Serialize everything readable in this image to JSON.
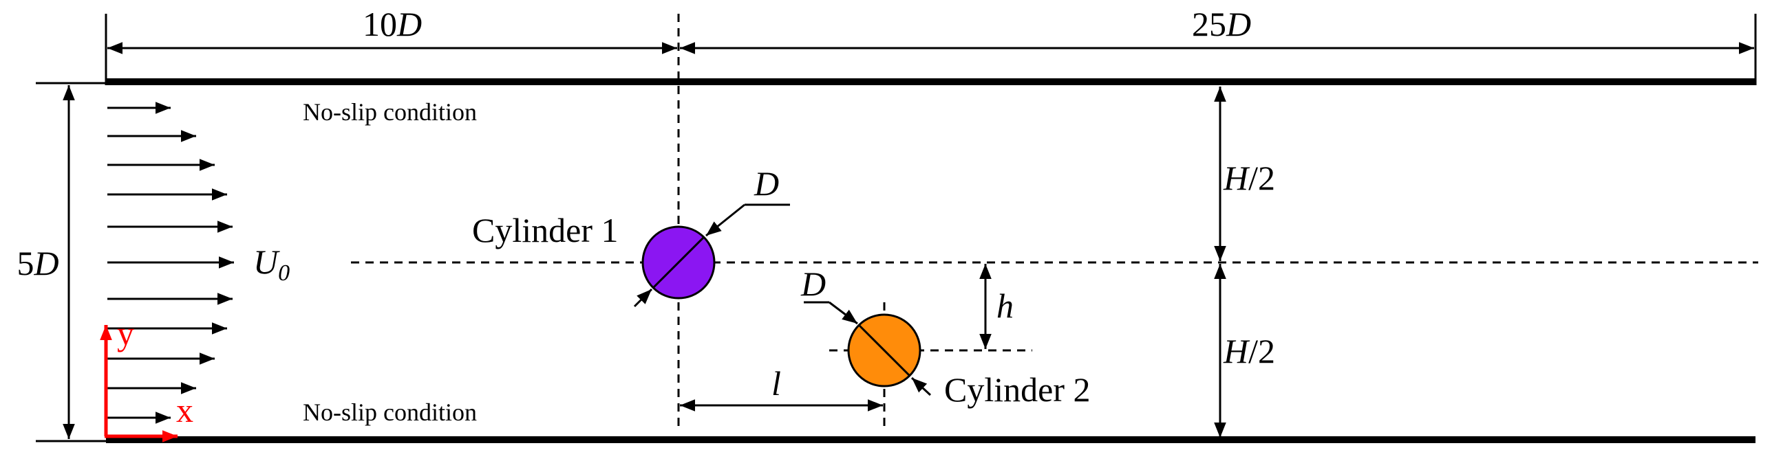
{
  "dimensions": {
    "inlet_length": {
      "num": "10",
      "sym": "D"
    },
    "outlet_length": {
      "num": "25",
      "sym": "D"
    },
    "channel_height": {
      "num": "5",
      "sym": "D"
    },
    "half_height_top": {
      "sym": "H",
      "rest": "/2"
    },
    "half_height_bottom": {
      "sym": "H",
      "rest": "/2"
    },
    "gap": {
      "sym": "h"
    },
    "spacing": {
      "sym": "l"
    },
    "diameter_1": {
      "sym": "D"
    },
    "diameter_2": {
      "sym": "D"
    }
  },
  "labels": {
    "wall_top": "No-slip condition",
    "wall_bottom": "No-slip condition",
    "cylinder_1": "Cylinder 1",
    "cylinder_2": "Cylinder 2",
    "inflow_symbol": "U",
    "inflow_subscript": "0",
    "axis_x": "x",
    "axis_y": "y"
  },
  "colors": {
    "cylinder_1": "#8b16f2",
    "cylinder_2": "#ff8c0a",
    "walls": "#000000",
    "axes": "#ff0000"
  }
}
